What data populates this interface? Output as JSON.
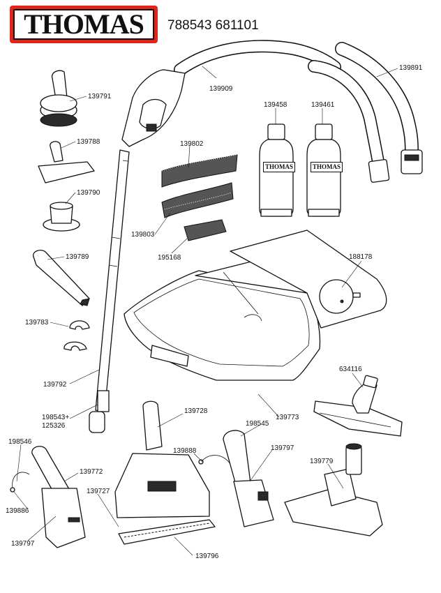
{
  "header": {
    "brand": "THOMAS",
    "document_number": "788543 681101",
    "brand_color": "#e1251b"
  },
  "bottle_label": "THOMAS",
  "parts": [
    {
      "id": "139791"
    },
    {
      "id": "139788"
    },
    {
      "id": "139790"
    },
    {
      "id": "139789"
    },
    {
      "id": "139783"
    },
    {
      "id": "139792"
    },
    {
      "id": "198543+"
    },
    {
      "id": "125326"
    },
    {
      "id": "139909"
    },
    {
      "id": "139891"
    },
    {
      "id": "139458"
    },
    {
      "id": "139461"
    },
    {
      "id": "139802"
    },
    {
      "id": "139803"
    },
    {
      "id": "195168"
    },
    {
      "id": "188178"
    },
    {
      "id": "139773"
    },
    {
      "id": "634116"
    },
    {
      "id": "139728"
    },
    {
      "id": "198545"
    },
    {
      "id": "139888"
    },
    {
      "id": "139797"
    },
    {
      "id": "139779"
    },
    {
      "id": "198546"
    },
    {
      "id": "139772"
    },
    {
      "id": "139727"
    },
    {
      "id": "139886"
    },
    {
      "id": "139797"
    },
    {
      "id": "139796"
    }
  ]
}
